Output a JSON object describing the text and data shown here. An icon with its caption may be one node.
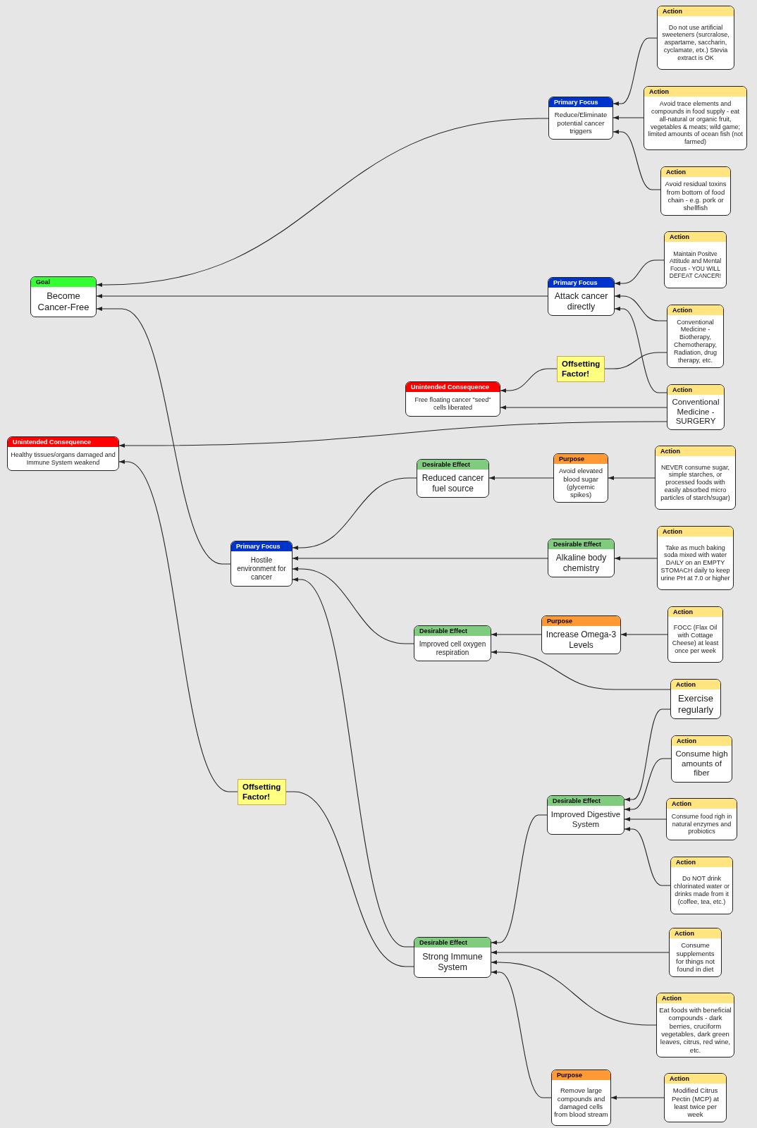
{
  "diagram": {
    "nodes": [
      {
        "text": [
          "Goal",
          "Become Cancer-Free"
        ]
      },
      {
        "text": [
          "Primary Focus",
          "Reduce/Eliminate potential cancer triggers"
        ]
      },
      {
        "text": [
          "Action",
          "Do not use artificial sweeteners (surcralose, aspartame, saccharin, cyclamate, etx.) Stevia extract is OK"
        ]
      },
      {
        "text": [
          "Action",
          "Avoid trace elements and compounds in food supply - eat all-natural or organic fruit, vegetables & meats; wild game; limited amounts of ocean fish (not farmed)"
        ]
      },
      {
        "text": [
          "Action",
          "Avoid residual toxins from bottom of food chain - e.g. pork or shellfish"
        ]
      },
      {
        "text": [
          "Primary Focus",
          "Attack cancer directly"
        ]
      },
      {
        "text": [
          "Action",
          "Maintain Positve Attitude and Mental Focus - YOU WILL DEFEAT CANCER!"
        ]
      },
      {
        "text": [
          "Action",
          "Conventional Medicine - Biotherapy, Chemotherapy, Radiation, drug therapy, etc."
        ]
      },
      {
        "text": [
          "Offsetting Factor!"
        ]
      },
      {
        "text": [
          "Unintended Consequence",
          "Free floating cancer \"seed\" cells liberated"
        ]
      },
      {
        "text": [
          "Action",
          "Conventional Medicine - SURGERY"
        ]
      },
      {
        "text": [
          "Unintended Consequence",
          "Healthy tissues/organs damaged and Immune System weakend"
        ]
      },
      {
        "text": [
          "Primary Focus",
          "Hostile environment for cancer"
        ]
      },
      {
        "text": [
          "Desirable Effect",
          "Reduced cancer fuel source"
        ]
      },
      {
        "text": [
          "Purpose",
          "Avoid elevated blood sugar (glycemic spikes)"
        ]
      },
      {
        "text": [
          "Action",
          "NEVER consume sugar, simple starches, or processed foods with easily absorbed micro particles of starch/sugar)"
        ]
      },
      {
        "text": [
          "Desirable Effect",
          "Alkaline body chemistry"
        ]
      },
      {
        "text": [
          "Action",
          "Take as much baking soda mixed with water DAILY on an EMPTY STOMACH daily to keep urine PH at 7.0 or higher"
        ]
      },
      {
        "text": [
          "Desirable Effect",
          "Improved cell oxygen respiration"
        ]
      },
      {
        "text": [
          "Purpose",
          "Increase Omega-3 Levels"
        ]
      },
      {
        "text": [
          "Action",
          "FOCC (Flax Oil with Cottage Cheese) at least once per week"
        ]
      },
      {
        "text": [
          "Action",
          "Exercise regularly"
        ]
      },
      {
        "text": [
          "Offsetting Factor!"
        ]
      },
      {
        "text": [
          "Desirable Effect",
          "Improved Digestive System"
        ]
      },
      {
        "text": [
          "Action",
          "Consume high amounts of fiber"
        ]
      },
      {
        "text": [
          "Action",
          "Consume food righ in natural enzymes and probiotics"
        ]
      },
      {
        "text": [
          "Action",
          "Do NOT drink chlorinated water or drinks made from it (coffee, tea, etc.)"
        ]
      },
      {
        "text": [
          "Desirable Effect",
          "Strong Immune System"
        ]
      },
      {
        "text": [
          "Action",
          "Consume supplements for things not found in diet"
        ]
      },
      {
        "text": [
          "Action",
          "Eat foods with beneficial compounds - dark berries, cruciform vegetables, dark green leaves, citrus, red wine, etc."
        ]
      },
      {
        "text": [
          "Purpose",
          "Remove large compounds and damaged cells from blood stream"
        ]
      },
      {
        "text": [
          "Action",
          "Modified Citrus Pectin (MCP) at least twice per week"
        ]
      }
    ],
    "edges": [
      {
        "from": 1,
        "to": 0,
        "arrow": "to"
      },
      {
        "from": 5,
        "to": 0,
        "arrow": "to"
      },
      {
        "from": 12,
        "to": 0,
        "arrow": "to"
      },
      {
        "from": 2,
        "to": 1,
        "arrow": "to"
      },
      {
        "from": 3,
        "to": 1,
        "arrow": "to"
      },
      {
        "from": 4,
        "to": 1,
        "arrow": "to"
      },
      {
        "from": 6,
        "to": 5,
        "arrow": "to"
      },
      {
        "from": 7,
        "to": 5,
        "arrow": "to"
      },
      {
        "from": 10,
        "to": 5,
        "arrow": "to"
      },
      {
        "from": 7,
        "to": 8,
        "arrow": "none"
      },
      {
        "from": 8,
        "to": 9,
        "arrow": "to"
      },
      {
        "from": 10,
        "to": 9,
        "arrow": "to"
      },
      {
        "from": 10,
        "to": 11,
        "arrow": "to"
      },
      {
        "from": 13,
        "to": 12,
        "arrow": "to"
      },
      {
        "from": 14,
        "to": 13,
        "arrow": "to"
      },
      {
        "from": 15,
        "to": 14,
        "arrow": "to"
      },
      {
        "from": 16,
        "to": 12,
        "arrow": "to"
      },
      {
        "from": 17,
        "to": 16,
        "arrow": "to"
      },
      {
        "from": 18,
        "to": 12,
        "arrow": "to"
      },
      {
        "from": 19,
        "to": 18,
        "arrow": "to"
      },
      {
        "from": 20,
        "to": 19,
        "arrow": "to"
      },
      {
        "from": 21,
        "to": 18,
        "arrow": "to"
      },
      {
        "from": 27,
        "to": 12,
        "arrow": "to"
      },
      {
        "from": 27,
        "to": 22,
        "arrow": "none"
      },
      {
        "from": 22,
        "to": 11,
        "arrow": "to"
      },
      {
        "from": 23,
        "to": 27,
        "arrow": "to"
      },
      {
        "from": 21,
        "to": 23,
        "arrow": "to"
      },
      {
        "from": 24,
        "to": 23,
        "arrow": "to"
      },
      {
        "from": 25,
        "to": 23,
        "arrow": "to"
      },
      {
        "from": 26,
        "to": 23,
        "arrow": "to"
      },
      {
        "from": 28,
        "to": 27,
        "arrow": "to"
      },
      {
        "from": 29,
        "to": 27,
        "arrow": "to"
      },
      {
        "from": 30,
        "to": 27,
        "arrow": "to"
      },
      {
        "from": 31,
        "to": 30,
        "arrow": "to"
      }
    ]
  }
}
